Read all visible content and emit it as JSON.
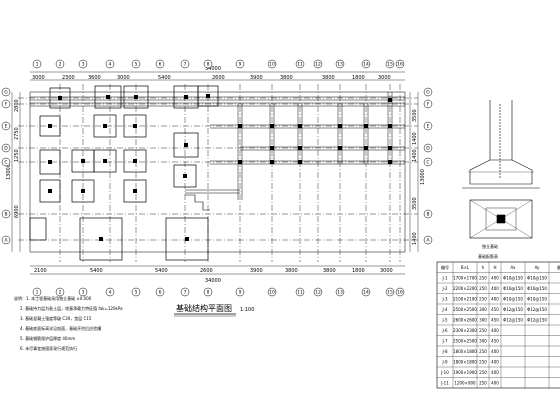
{
  "drawing": {
    "title": "基础结构平面图",
    "scale": "1:100",
    "detail_label": "独立基础",
    "table_title": "基础配筋表"
  },
  "top_dims": {
    "segments": [
      "3000",
      "2300",
      "3600",
      "3000",
      "5400",
      "2600",
      "3900",
      "3800",
      "3800",
      "1800",
      "3000"
    ],
    "total": "34000"
  },
  "bottom_dims": {
    "segments": [
      "2100",
      "5400",
      "5400",
      "2600",
      "3900",
      "3800",
      "3800",
      "1800",
      "3000"
    ],
    "total": "34000"
  },
  "left_dims": [
    "2800",
    "2750",
    "1250",
    "6900"
  ],
  "left_total": "13000",
  "right_dims": [
    "3500",
    "1400",
    "1400",
    "3500",
    "1400"
  ],
  "right_total": "13000",
  "column_axes": [
    "1",
    "2",
    "3",
    "4",
    "5",
    "6",
    "7",
    "8",
    "9",
    "10",
    "11",
    "12",
    "13",
    "14",
    "15",
    "16"
  ],
  "row_axes": [
    "G",
    "F",
    "E",
    "D",
    "C",
    "B",
    "A"
  ],
  "table": {
    "headers": [
      "编号",
      "B×L",
      "h",
      "H",
      "Ax",
      "Ay",
      "备注"
    ],
    "rows": [
      [
        "J-1",
        "1700×1700",
        "250",
        "400",
        "Φ10@150",
        "Φ10@150",
        ""
      ],
      [
        "J-2",
        "2200×2200",
        "250",
        "400",
        "Φ10@150",
        "Φ10@150",
        ""
      ],
      [
        "J-3",
        "2100×2100",
        "250",
        "400",
        "Φ10@150",
        "Φ10@150",
        ""
      ],
      [
        "J-4",
        "2500×2500",
        "300",
        "450",
        "Φ12@150",
        "Φ12@150",
        ""
      ],
      [
        "J-5",
        "2600×2600",
        "300",
        "450",
        "Φ12@150",
        "Φ12@150",
        ""
      ],
      [
        "J-6",
        "2300×2300",
        "250",
        "400",
        "",
        "",
        "",
        ""
      ],
      [
        "J-7",
        "2500×2500",
        "300",
        "450",
        "",
        "",
        ""
      ],
      [
        "J-8",
        "1800×1800",
        "250",
        "400",
        "",
        "",
        ""
      ],
      [
        "J-9",
        "1800×1800",
        "250",
        "400",
        "",
        "",
        ""
      ],
      [
        "J-10",
        "1900×1900",
        "250",
        "400",
        "",
        "",
        ""
      ],
      [
        "J-11",
        "1200×900",
        "250",
        "400",
        "",
        "",
        ""
      ]
    ]
  },
  "notes": [
    "说明：1. 本工程基础采用独立基础 ±0.000",
    "2. 基础持力层为粘土层，地基承载力特征值 fak=120kPa",
    "3. 基础混凝土强度等级 C30，垫层 C15",
    "4. 基础底面标高详见剖面，基础开挖后应验槽",
    "5. 基础钢筋保护层厚度 40mm",
    "6. 未尽事宜按国家现行规范执行"
  ]
}
